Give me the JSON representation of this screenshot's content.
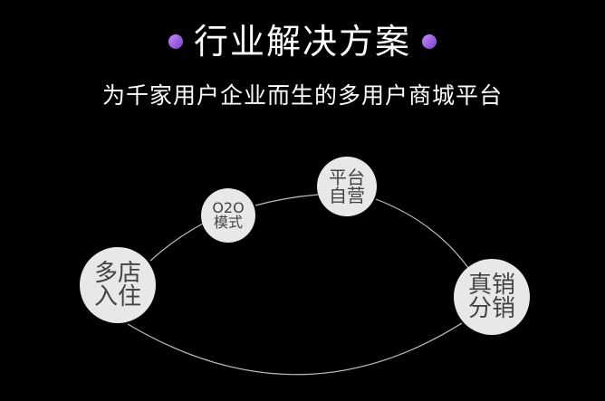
{
  "header": {
    "title": "行业解决方案",
    "subtitle": "为千家用户企业而生的多用户商城平台",
    "accent_color": "#a55ee8"
  },
  "nodes": [
    {
      "line1": "多店",
      "line2": "入住"
    },
    {
      "line1": "O2O",
      "line2": "模式"
    },
    {
      "line1": "平台",
      "line2": "自营"
    },
    {
      "line1": "真销",
      "line2": "分销"
    }
  ]
}
